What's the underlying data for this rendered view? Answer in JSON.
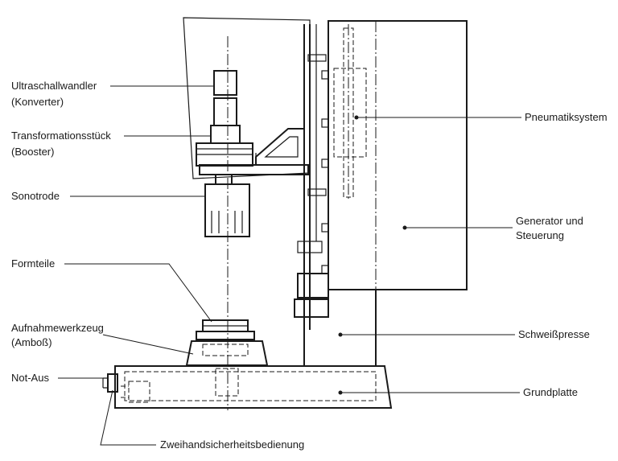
{
  "labels": {
    "ultraschall": {
      "line1": "Ultraschallwandler",
      "line2": "(Konverter)"
    },
    "transformation": {
      "line1": "Transformationsstück",
      "line2": "(Booster)"
    },
    "sonotrode": "Sonotrode",
    "formteile": "Formteile",
    "aufnahme": {
      "line1": "Aufnahmewerkzeug",
      "line2": "(Amboß)"
    },
    "notaus": "Not-Aus",
    "zweihand": "Zweihandsicherheitsbedienung",
    "pneumatik": "Pneumatiksystem",
    "generator": {
      "line1": "Generator und",
      "line2": "Steuerung"
    },
    "schweiss": "Schweißpresse",
    "grundplatte": "Grundplatte"
  }
}
